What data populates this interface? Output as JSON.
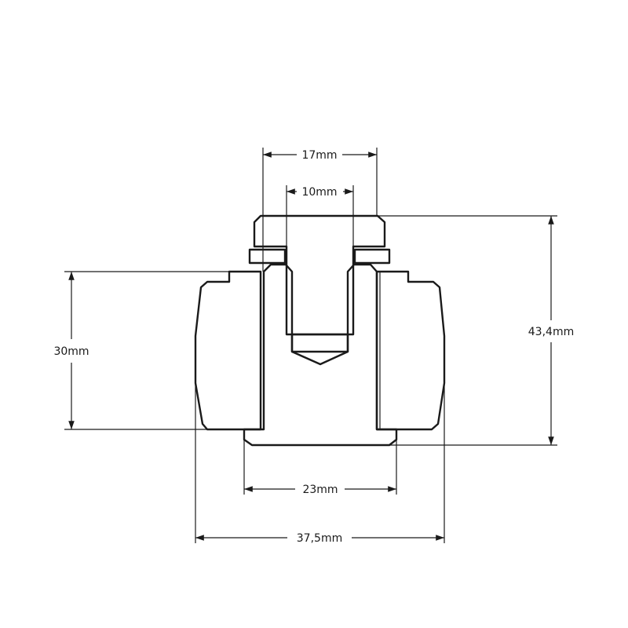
{
  "dimensions": {
    "top_width": "17mm",
    "bore_width": "10mm",
    "overall_height": "43,4mm",
    "body_height": "30mm",
    "sleeve_width": "23mm",
    "outer_width": "37,5mm"
  },
  "colors": {
    "line": "#1a1a1a",
    "background": "#ffffff"
  }
}
